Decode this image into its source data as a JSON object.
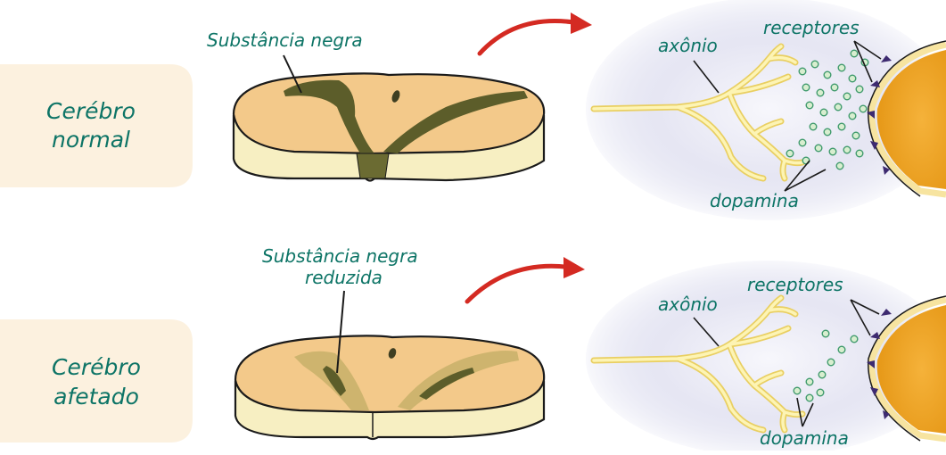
{
  "colors": {
    "label_text": "#0d7466",
    "label_panel": "#fcf1df",
    "brain_top": "#f3c98a",
    "brain_side": "#f7efc2",
    "substantia_dark": "#5c5d2a",
    "arrow_red": "#d42a22",
    "synapse_glow": "#d8d9ee",
    "cell_body": "#f2a823",
    "axon_yellow": "#f6e592",
    "dopamine_green": "#3f9a6c",
    "receptor_purple": "#3d2a70"
  },
  "rows": [
    {
      "label_line1": "Cerébro",
      "label_line2": "normal",
      "substantia_label": "Substância negra",
      "substantia_label_line2": "",
      "axon_label": "axônio",
      "receptors_label": "receptores",
      "dopamine_label": "dopamina"
    },
    {
      "label_line1": "Cerébro",
      "label_line2": "afetado",
      "substantia_label": "Substância negra",
      "substantia_label_line2": "reduzida",
      "axon_label": "axônio",
      "receptors_label": "receptores",
      "dopamine_label": "dopamina"
    }
  ],
  "icons": {
    "arrow": "curved-red-arrow-icon"
  }
}
